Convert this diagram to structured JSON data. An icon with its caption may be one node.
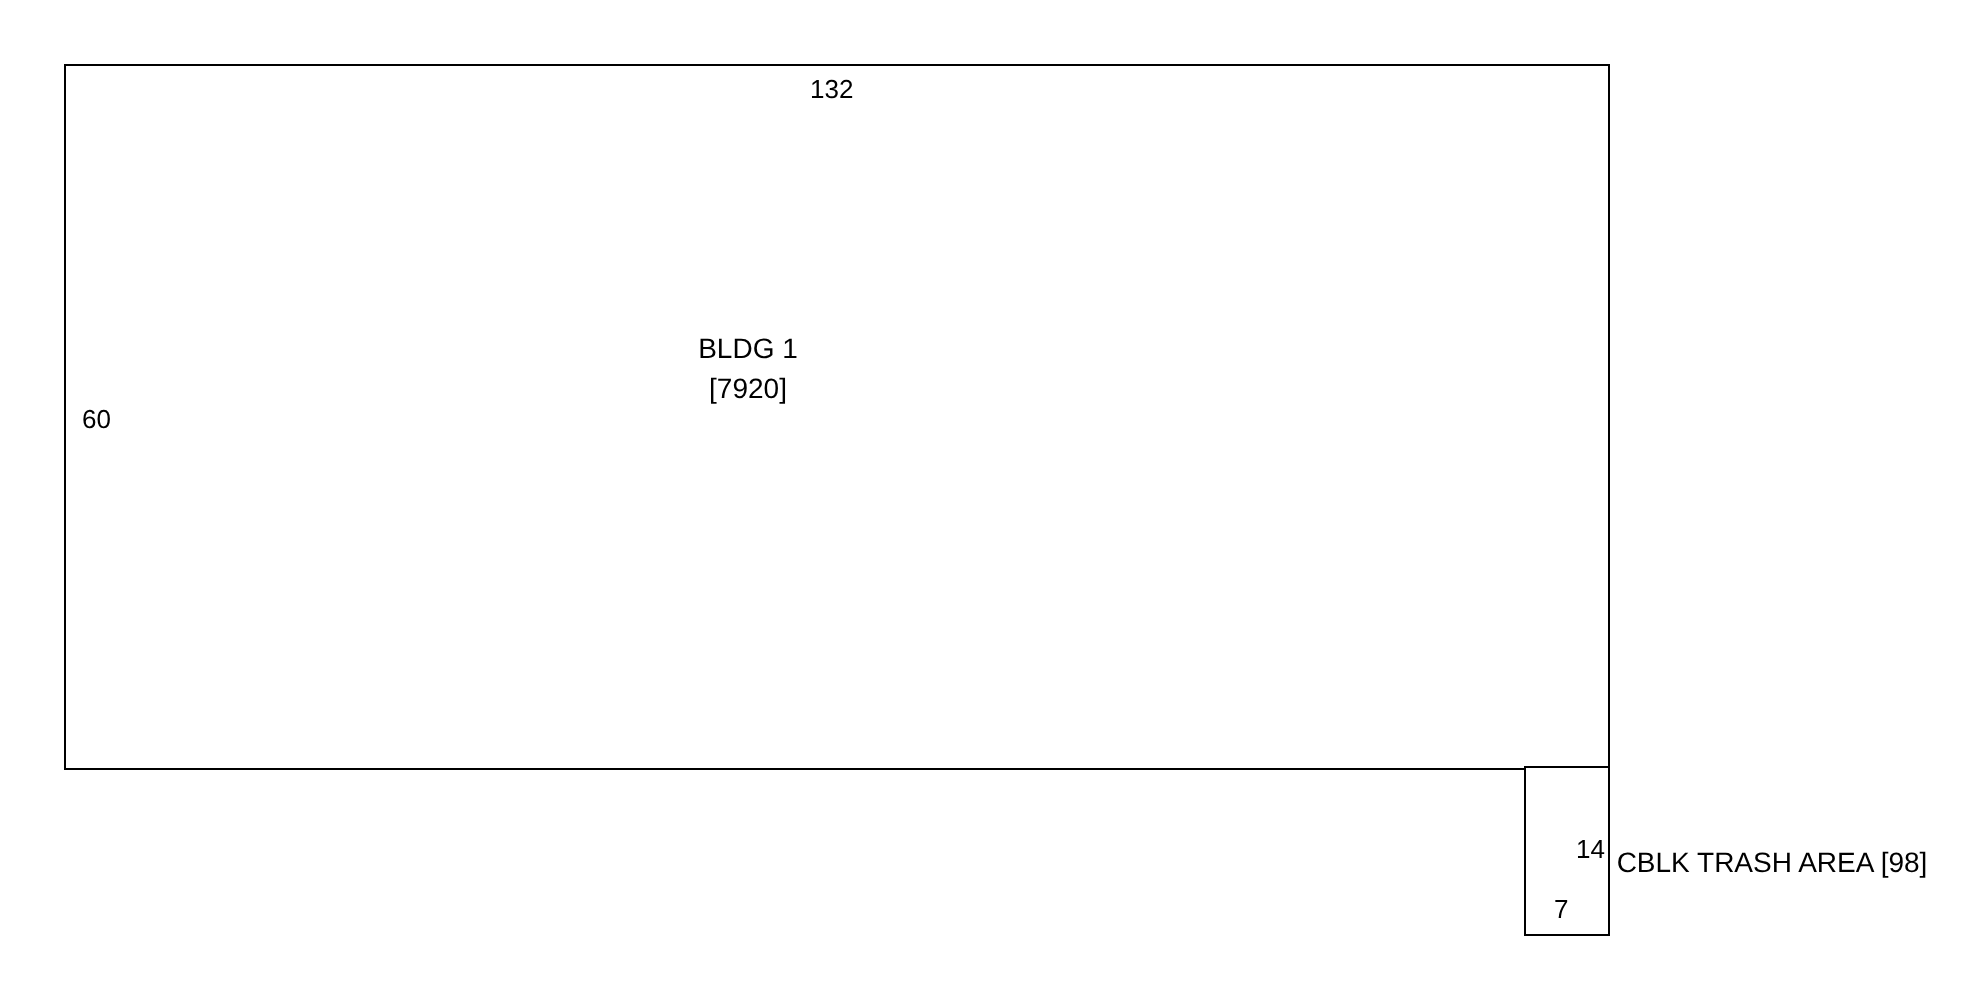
{
  "diagram": {
    "nodes": [
      {
        "text": [
          "BLDG 1",
          "[7920]"
        ]
      },
      {
        "text": [
          "CBLK TRASH AREA [98]"
        ]
      }
    ],
    "labels": [
      "132",
      "60",
      "14",
      "7"
    ]
  }
}
